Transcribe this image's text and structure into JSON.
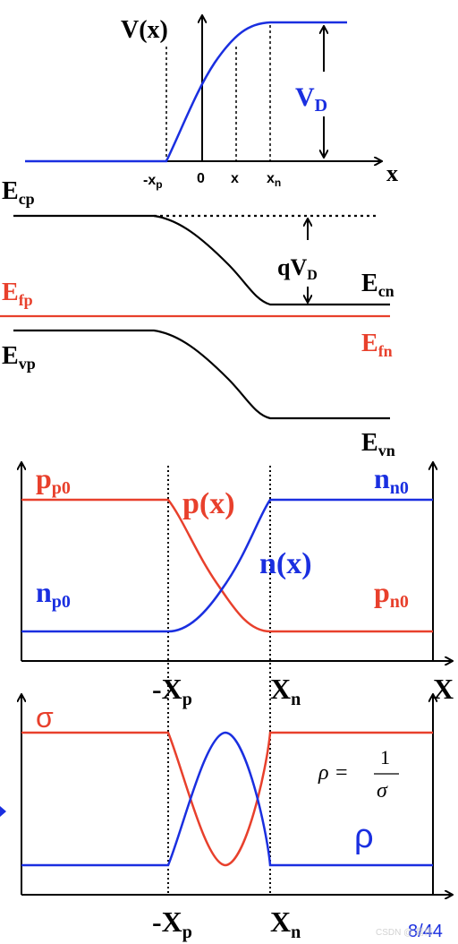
{
  "colors": {
    "black": "#000000",
    "red": "#e8402c",
    "blue": "#1a2fe0"
  },
  "panel1": {
    "y_label": "V(x)",
    "x_label": "x",
    "built_in_label": "V",
    "built_in_sub": "D",
    "ticks": {
      "xp": "-x",
      "xp_sub": "p",
      "zero": "0",
      "x": "x",
      "xn": "x",
      "xn_sub": "n"
    }
  },
  "panel2": {
    "ecp": "E",
    "ecp_sub": "cp",
    "efp": "E",
    "efp_sub": "fp",
    "evp": "E",
    "evp_sub": "vp",
    "ecn": "E",
    "ecn_sub": "cn",
    "efn": "E",
    "efn_sub": "fn",
    "evn": "E",
    "evn_sub": "vn",
    "barrier": "qV",
    "barrier_sub": "D"
  },
  "panel3": {
    "pp0": "p",
    "pp0_sub": "p0",
    "np0": "n",
    "np0_sub": "p0",
    "px": "p(x)",
    "nx": "n(x)",
    "nn0": "n",
    "nn0_sub": "n0",
    "pn0": "p",
    "pn0_sub": "n0",
    "neg_xp": "-X",
    "neg_xp_sub": "p",
    "xn": "X",
    "xn_sub": "n",
    "x_axis": "X"
  },
  "panel4": {
    "sigma": "σ",
    "rho": "ρ",
    "formula_lhs": "ρ =",
    "formula_num": "1",
    "formula_den": "σ",
    "neg_xp": "-X",
    "neg_xp_sub": "p",
    "xn": "X",
    "xn_sub": "n"
  },
  "footer": {
    "page": "8/44",
    "watermark": "CSDN @ 嘉伟"
  }
}
